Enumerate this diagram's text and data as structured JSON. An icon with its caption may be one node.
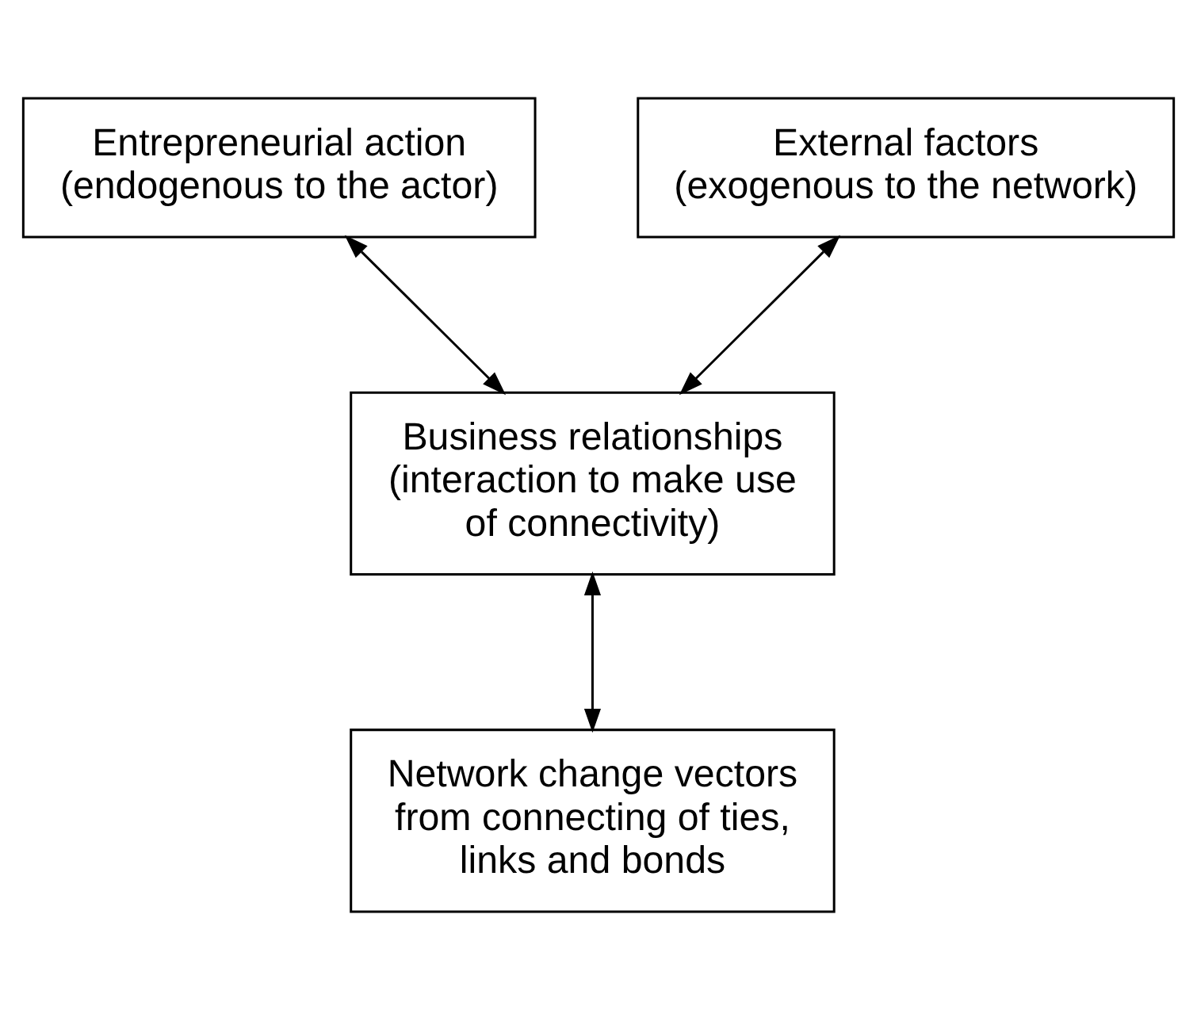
{
  "diagram": {
    "nodes": [
      {
        "text": [
          "Entrepreneurial action (endogenous to the actor)"
        ]
      },
      {
        "text": [
          "External factors (exogenous to the network)"
        ]
      },
      {
        "text": [
          "Business relationships (interaction to make use of connectivity)"
        ]
      },
      {
        "text": [
          "Network change vectors from connecting of ties, links and bonds"
        ]
      }
    ],
    "edges": [
      {
        "from": 0,
        "to": 2,
        "arrow": "both"
      },
      {
        "from": 1,
        "to": 2,
        "arrow": "both"
      },
      {
        "from": 2,
        "to": 3,
        "arrow": "both"
      }
    ]
  }
}
